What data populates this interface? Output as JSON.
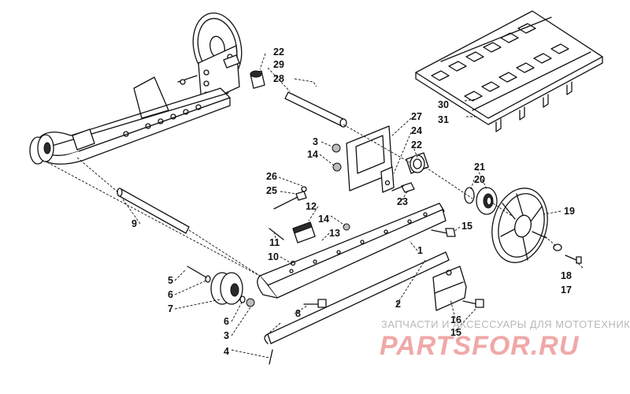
{
  "callouts": [
    {
      "id": "c22a",
      "text": "22"
    },
    {
      "id": "c29",
      "text": "29"
    },
    {
      "id": "c28",
      "text": "28"
    },
    {
      "id": "c27",
      "text": "27"
    },
    {
      "id": "c24",
      "text": "24"
    },
    {
      "id": "c22b",
      "text": "22"
    },
    {
      "id": "c3a",
      "text": "3"
    },
    {
      "id": "c14a",
      "text": "14"
    },
    {
      "id": "c30",
      "text": "30"
    },
    {
      "id": "c31",
      "text": "31"
    },
    {
      "id": "c21",
      "text": "21"
    },
    {
      "id": "c20",
      "text": "20"
    },
    {
      "id": "c26",
      "text": "26"
    },
    {
      "id": "c25",
      "text": "25"
    },
    {
      "id": "c23",
      "text": "23"
    },
    {
      "id": "c19",
      "text": "19"
    },
    {
      "id": "c12",
      "text": "12"
    },
    {
      "id": "c14b",
      "text": "14"
    },
    {
      "id": "c13",
      "text": "13"
    },
    {
      "id": "c15a",
      "text": "15"
    },
    {
      "id": "c9",
      "text": "9"
    },
    {
      "id": "c11",
      "text": "11"
    },
    {
      "id": "c10",
      "text": "10"
    },
    {
      "id": "c1",
      "text": "1"
    },
    {
      "id": "c5",
      "text": "5"
    },
    {
      "id": "c6a",
      "text": "6"
    },
    {
      "id": "c7",
      "text": "7"
    },
    {
      "id": "c18",
      "text": "18"
    },
    {
      "id": "c17",
      "text": "17"
    },
    {
      "id": "c2",
      "text": "2"
    },
    {
      "id": "c8",
      "text": "8"
    },
    {
      "id": "c6b",
      "text": "6"
    },
    {
      "id": "c3b",
      "text": "3"
    },
    {
      "id": "c16",
      "text": "16"
    },
    {
      "id": "c15b",
      "text": "15"
    },
    {
      "id": "c4",
      "text": "4"
    }
  ],
  "watermark": {
    "subtitle": "ЗАПЧАСТИ И АКСЕССУАРЫ ДЛЯ МОТОТЕХНИКИ",
    "brand": "PARTSFOR.RU"
  }
}
